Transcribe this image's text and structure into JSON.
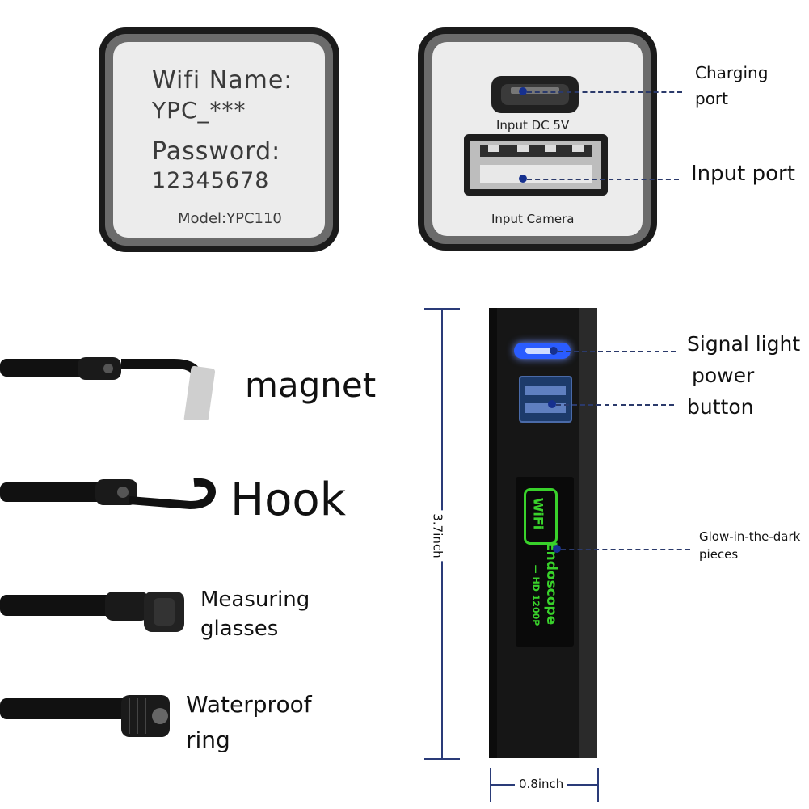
{
  "wifi_label": {
    "name_label": "Wifi Name:",
    "name_value": "YPC_***",
    "password_label": "Password:",
    "password_value": "12345678",
    "model": "Model:YPC110"
  },
  "ports": {
    "dc_label": "Input DC 5V",
    "camera_label": "Input Camera",
    "charging_callout_line1": "Charging",
    "charging_callout_line2": "port",
    "input_callout": "Input port"
  },
  "probes": {
    "magnet": "magnet",
    "hook": "Hook",
    "measuring_line1": "Measuring",
    "measuring_line2": "glasses",
    "waterproof_line1": "Waterproof",
    "waterproof_line2": "ring"
  },
  "device": {
    "signal_line1": "Signal light",
    "signal_line2": "power",
    "signal_line3": "button",
    "glow_line1": "Glow-in-the-dark",
    "glow_line2": "pieces",
    "logo_wifi": "WiFi",
    "logo_endoscope": "Endoscope",
    "logo_hd": "— HD 1200P",
    "height": "3.7inch",
    "width": "0.8inch"
  },
  "colors": {
    "callout_line": "#2b3a6b",
    "led_blue": "#2a5cff",
    "logo_green": "#39d22b"
  }
}
